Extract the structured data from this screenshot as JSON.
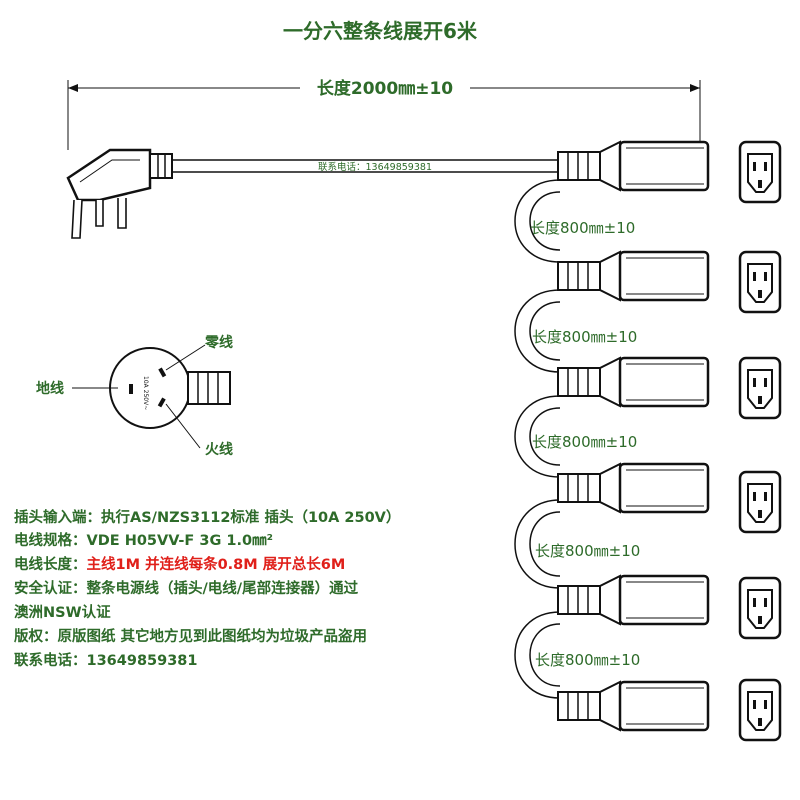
{
  "title": "一分六整条线展开6米",
  "main_length": "长度2000㎜±10",
  "phone_on_cord": "联系电话：13649859381",
  "branch_length": "长度800㎜±10",
  "pin_labels": {
    "neutral": "零线",
    "earth": "地线",
    "live": "火线"
  },
  "plug_face_text": "10A 250V~",
  "pin_marks": {
    "earth": "",
    "neutral": "",
    "live": ""
  },
  "specs": {
    "line1": "插头输入端：执行AS/NZS3112标准  插头（10A 250V）",
    "line2": "电线规格：VDE   H05VV-F  3G 1.0㎜²",
    "line3_label": "电线长度：",
    "line3_value": "主线1M    并连线每条0.8M   展开总长6M",
    "line4": "安全认证：整条电源线（插头/电线/尾部连接器）通过",
    "line5": "澳洲NSW认证",
    "line6": "版权：原版图纸  其它地方见到此图纸均为垃圾产品盗用",
    "line7": "联系电话：13649859381"
  },
  "colors": {
    "text_green": "#2e6b2a",
    "text_red": "#e0201a",
    "outline": "#111111"
  }
}
